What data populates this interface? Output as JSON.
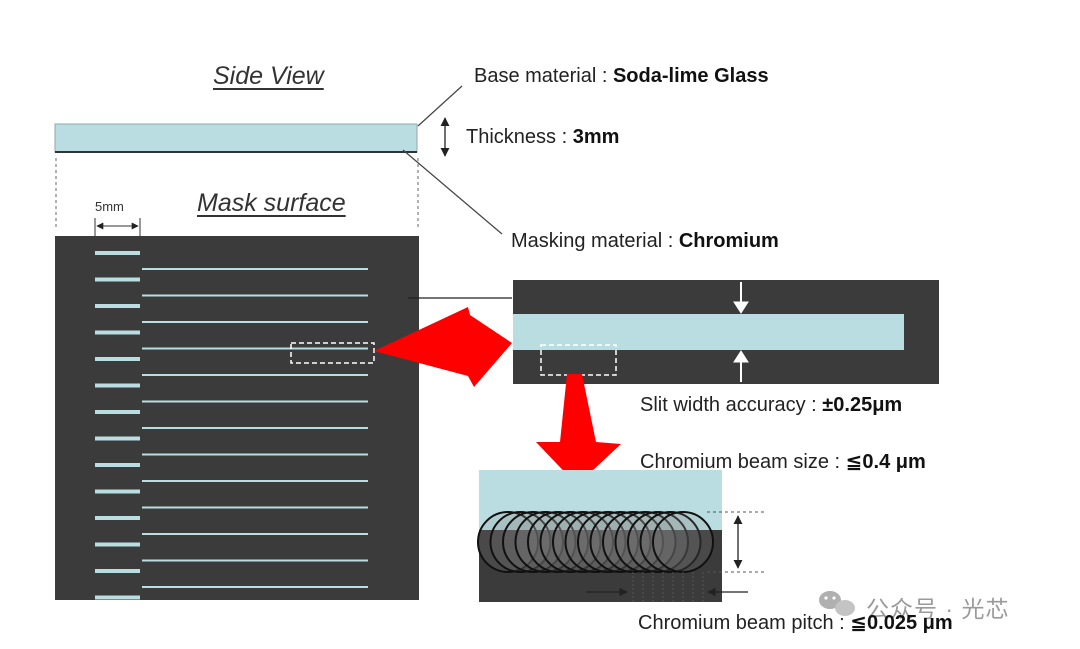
{
  "side_view": {
    "title": "Side View",
    "base_material_label": "Base material : ",
    "base_material_value": "Soda-lime Glass",
    "thickness_label": "Thickness : ",
    "thickness_value": "3mm"
  },
  "mask_surface": {
    "title": "Mask surface",
    "dimension_label": "5mm",
    "masking_material_label": "Masking material : ",
    "masking_material_value": "Chromium",
    "slit_count": 14
  },
  "specs": {
    "slit_width_label": "Slit width accuracy : ",
    "slit_width_value": "±0.25μm",
    "beam_size_label": "Chromium beam size : ",
    "beam_size_value": "≦0.4 μm",
    "beam_pitch_label": "Chromium beam pitch : ",
    "beam_pitch_value": "≦0.025 μm"
  },
  "watermark": {
    "text": "公众号 · 光芯"
  },
  "colors": {
    "mask_dark": "#3b3b3b",
    "glass": "#b9dde0",
    "arrow_red": "#ff0000"
  }
}
